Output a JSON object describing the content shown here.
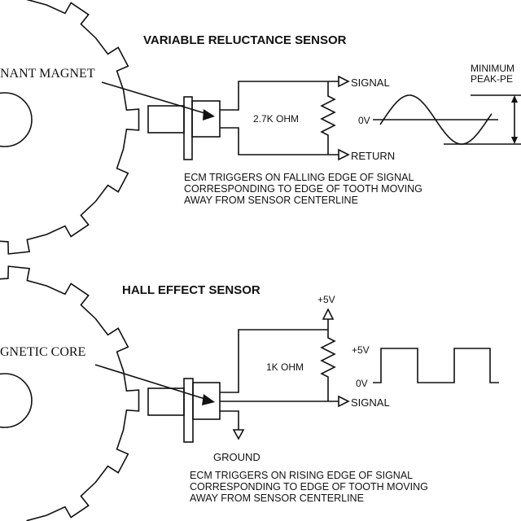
{
  "vr": {
    "title": "VARIABLE RELUCTANCE SENSOR",
    "callout": "NANT MAGNET",
    "resistor": "2.7K OHM",
    "signal": "SIGNAL",
    "return": "RETURN",
    "zero": "0V",
    "min_line1": "MINIMUM",
    "min_line2": "PEAK-PE",
    "note": [
      "ECM TRIGGERS ON FALLING EDGE OF SIGNAL",
      "CORRESPONDING TO EDGE OF TOOTH MOVING",
      "AWAY FROM SENSOR CENTERLINE"
    ]
  },
  "hall": {
    "title": "HALL EFFECT SENSOR",
    "callout": "GNETIC CORE",
    "resistor": "1K OHM",
    "supply": "+5V",
    "signal": "SIGNAL",
    "ground": "GROUND",
    "high": "+5V",
    "zero": "0V",
    "note": [
      "ECM TRIGGERS ON RISING EDGE OF SIGNAL",
      "CORRESPONDING TO EDGE OF TOOTH MOVING",
      "AWAY FROM SENSOR CENTERLINE"
    ]
  }
}
